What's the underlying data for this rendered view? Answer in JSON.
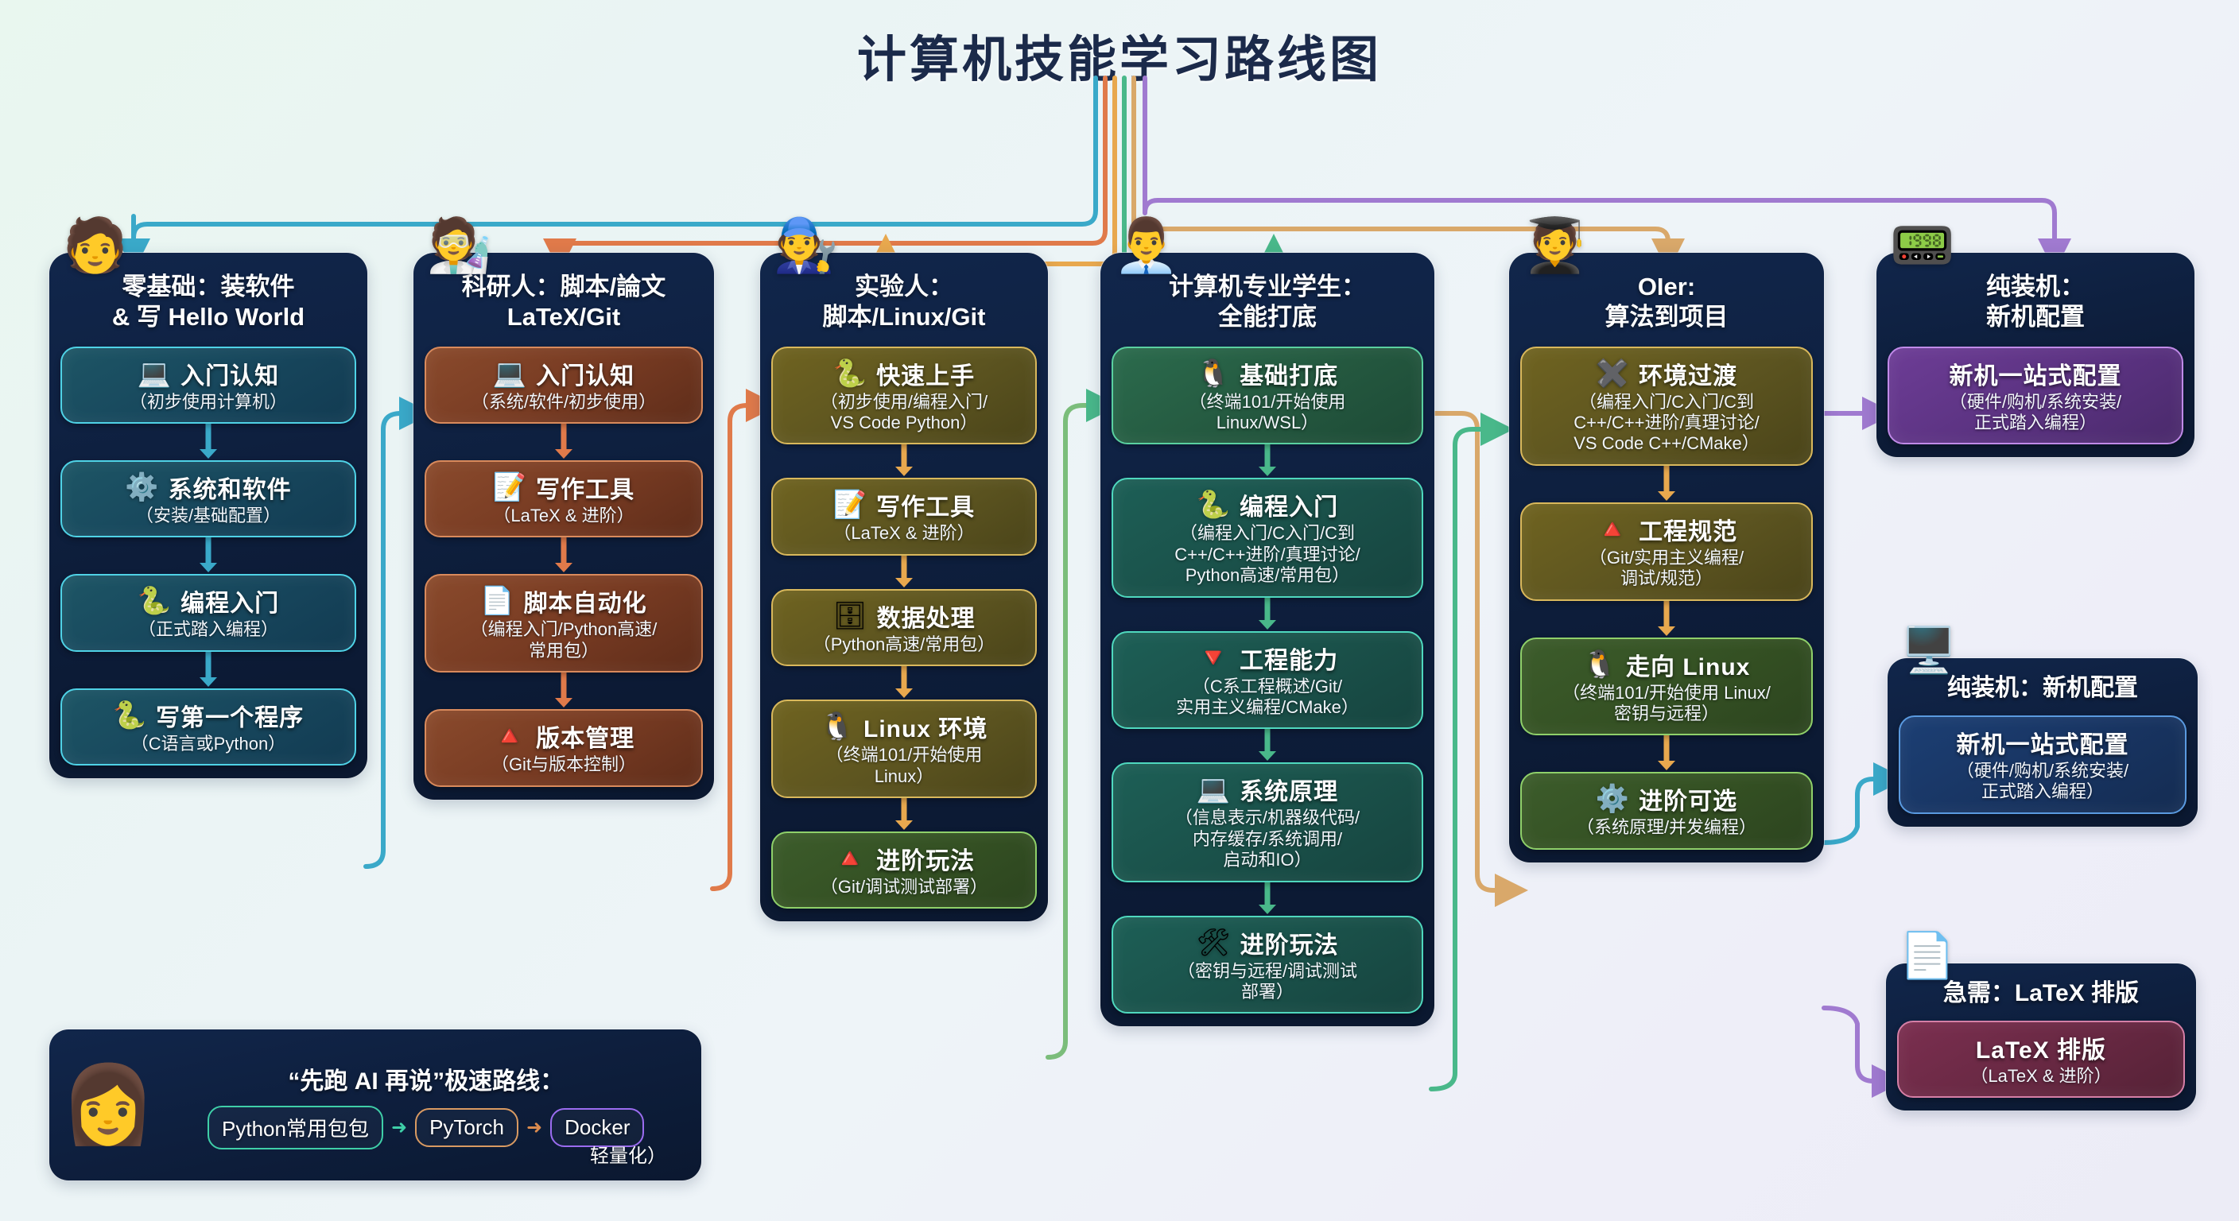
{
  "title": "计算机技能学习路线图",
  "columns": [
    {
      "avatar": "🧑",
      "title": "零基础：装软件\n& 写 Hello World",
      "nodes": [
        {
          "icon": "💻",
          "icon_name": "laptop-icon",
          "title": "入门认知",
          "sub": "（初步使用计算机）",
          "palette": "p-teal"
        },
        {
          "icon": "⚙️",
          "icon_name": "gear-icon",
          "title": "系统和软件",
          "sub": "（安装/基础配置）",
          "palette": "p-teal"
        },
        {
          "icon": "🐍",
          "icon_name": "python-icon",
          "title": "编程入门",
          "sub": "（正式踏入编程）",
          "palette": "p-teal"
        },
        {
          "icon": "🐍",
          "icon_name": "python-icon",
          "title": "写第一个程序",
          "sub": "（C语言或Python）",
          "palette": "p-teal"
        }
      ]
    },
    {
      "avatar": "🧑‍🔬",
      "title": "科研人：脚本/論文\nLaTeX/Git",
      "nodes": [
        {
          "icon": "💻",
          "icon_name": "laptop-icon",
          "title": "入门认知",
          "sub": "（系统/软件/初步使用）",
          "palette": "p-brown"
        },
        {
          "icon": "📝",
          "icon_name": "memo-icon",
          "title": "写作工具",
          "sub": "（LaTeX & 进阶）",
          "palette": "p-brown"
        },
        {
          "icon": "📄",
          "icon_name": "document-pen-icon",
          "title": "脚本自动化",
          "sub": "（编程入门/Python高速/\n常用包）",
          "palette": "p-brown"
        },
        {
          "icon": "🔺",
          "icon_name": "git-icon",
          "title": "版本管理",
          "sub": "（Git与版本控制）",
          "palette": "p-brown"
        }
      ]
    },
    {
      "avatar": "🧑‍🔧",
      "title": "实验人：\n脚本/Linux/Git",
      "nodes": [
        {
          "icon": "🐍",
          "icon_name": "python-icon",
          "title": "快速上手",
          "sub": "（初步使用/编程入门/\nVS Code Python）",
          "palette": "p-olive"
        },
        {
          "icon": "📝",
          "icon_name": "memo-icon",
          "title": "写作工具",
          "sub": "（LaTeX & 进阶）",
          "palette": "p-olive"
        },
        {
          "icon": "🗄",
          "icon_name": "database-icon",
          "title": "数据处理",
          "sub": "（Python高速/常用包）",
          "palette": "p-olive"
        },
        {
          "icon": "🐧",
          "icon_name": "linux-penguin-icon",
          "title": "Linux 环境",
          "sub": "（终端101/开始使用\nLinux）",
          "palette": "p-olive"
        },
        {
          "icon": "🔺",
          "icon_name": "git-icon",
          "title": "进阶玩法",
          "sub": "（Git/调试测试部署）",
          "palette": "p-ogreen"
        }
      ]
    },
    {
      "avatar": "👨‍💼",
      "title": "计算机专业学生：\n全能打底",
      "nodes": [
        {
          "icon": "🐧",
          "icon_name": "linux-penguin-icon",
          "title": "基础打底",
          "sub": "（终端101/开始使用\nLinux/WSL）",
          "palette": "p-green"
        },
        {
          "icon": "🐍",
          "icon_name": "python-icon",
          "title": "编程入门",
          "sub": "（编程入门/C入门/C到\nC++/C++进阶/真理讨论/\nPython高速/常用包）",
          "palette": "p-gteal"
        },
        {
          "icon": "🔻",
          "icon_name": "cmake-icon",
          "title": "工程能力",
          "sub": "（C系工程概述/Git/\n实用主义编程/CMake）",
          "palette": "p-gteal"
        },
        {
          "icon": "💻",
          "icon_name": "laptop-icon",
          "title": "系统原理",
          "sub": "（信息表示/机器级代码/\n内存缓存/系统调用/\n启动和IO）",
          "palette": "p-gteal"
        },
        {
          "icon": "🛠",
          "icon_name": "tools-icon",
          "title": "进阶玩法",
          "sub": "（密钥与远程/调试测试\n部署）",
          "palette": "p-gteal"
        }
      ]
    },
    {
      "avatar": "🧑‍🎓",
      "title": "OIer:\n算法到项目",
      "nodes": [
        {
          "icon": "✖️",
          "icon_name": "vscode-icon",
          "title": "环境过渡",
          "sub": "（编程入门/C入门/C到\nC++/C++进阶/真理讨论/\nVS Code C++/CMake）",
          "palette": "p-olive"
        },
        {
          "icon": "🔺",
          "icon_name": "git-icon",
          "title": "工程规范",
          "sub": "（Git/实用主义编程/\n调试/规范）",
          "palette": "p-olive"
        },
        {
          "icon": "🐧",
          "icon_name": "linux-penguin-icon",
          "title": "走向 Linux",
          "sub": "（终端101/开始使用 Linux/\n密钥与远程）",
          "palette": "p-ogreen"
        },
        {
          "icon": "⚙️",
          "icon_name": "gear-icon",
          "title": "进阶可选",
          "sub": "（系统原理/并发编程）",
          "palette": "p-ogreen"
        }
      ]
    },
    {
      "avatar": "📟",
      "title": "纯装机：\n新机配置",
      "nodes": [
        {
          "icon": "",
          "icon_name": "",
          "title": "新机一站式配置",
          "sub": "（硬件/购机/系统安装/\n正式踏入编程）",
          "palette": "p-purple"
        }
      ]
    }
  ],
  "side_panels": [
    {
      "avatar": "🖥️",
      "avatar_name": "desktop-monitor-icon",
      "title": "纯装机：新机配置",
      "node": {
        "title": "新机一站式配置",
        "sub": "（硬件/购机/系统安装/\n正式踏入编程）",
        "palette": "p-blue"
      }
    },
    {
      "avatar": "📄",
      "avatar_name": "latex-document-icon",
      "title": "急需：LaTeX 排版",
      "node": {
        "title": "LaTeX 排版",
        "sub": "（LaTeX & 进阶）",
        "palette": "p-rose"
      }
    }
  ],
  "ai_box": {
    "avatar": "👩",
    "title": "“先跑 AI 再说”极速路线：",
    "steps": [
      "Python常用包包",
      "PyTorch",
      "Docker"
    ],
    "arrow": "➜",
    "tail": "轻量化）"
  },
  "colors": {
    "teal": "#4fd2e6",
    "brown": "#d98a5c",
    "olive": "#d9b85c",
    "green": "#5ad0a0",
    "gteal": "#4fd8be",
    "ogreen": "#8fd06a",
    "purple": "#c08ae8",
    "blue": "#5a9ae0",
    "rose": "#d57fa6",
    "title": "#1b2a4a",
    "panel": "#0d1d3a"
  }
}
